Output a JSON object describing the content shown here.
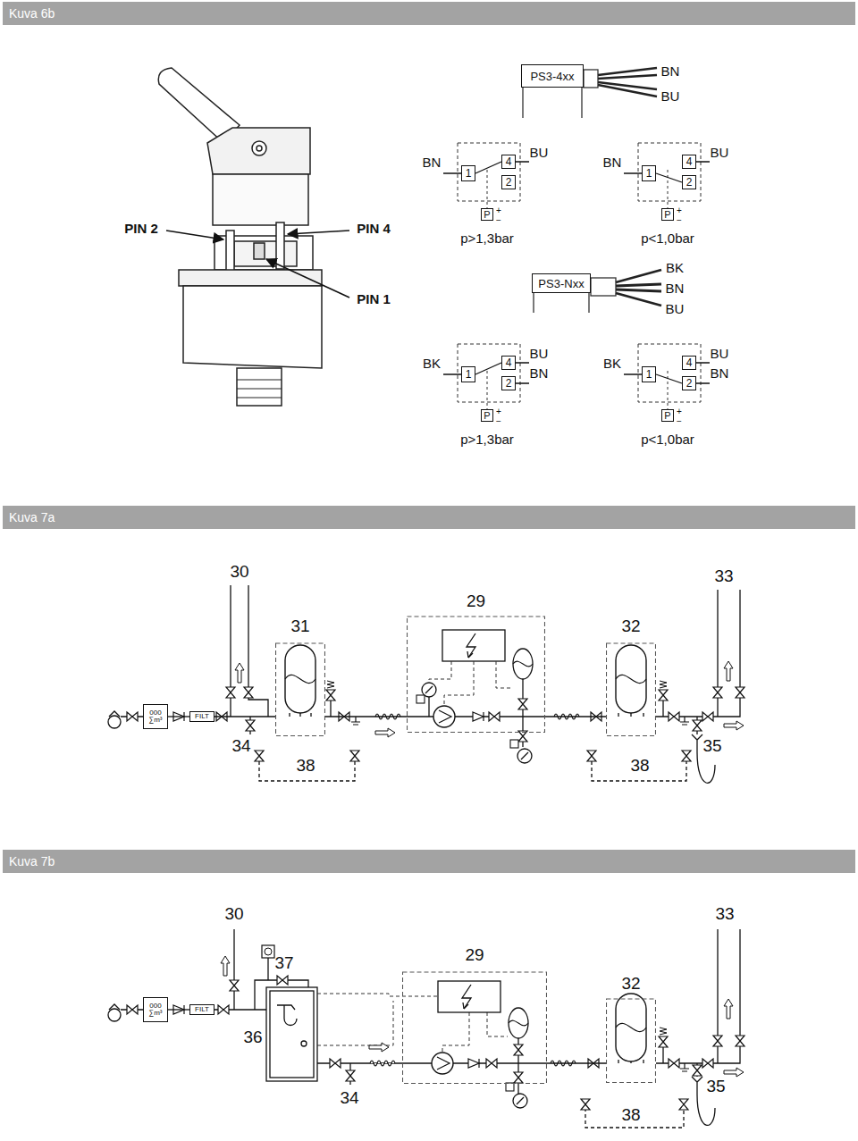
{
  "diagram": {
    "nodes": [
      {
        "text": [
          "Kuva 6b"
        ]
      },
      {
        "text": [
          "PS3-4xx"
        ]
      },
      {
        "text": [
          "1"
        ]
      },
      {
        "text": [
          "4"
        ]
      },
      {
        "text": [
          "2"
        ]
      },
      {
        "text": [
          "P"
        ]
      },
      {
        "text": [
          "1"
        ]
      },
      {
        "text": [
          "4"
        ]
      },
      {
        "text": [
          "2"
        ]
      },
      {
        "text": [
          "P"
        ]
      },
      {
        "text": [
          "PS3-Nxx"
        ]
      },
      {
        "text": [
          "1"
        ]
      },
      {
        "text": [
          "4"
        ]
      },
      {
        "text": [
          "2"
        ]
      },
      {
        "text": [
          "P"
        ]
      },
      {
        "text": [
          "1"
        ]
      },
      {
        "text": [
          "4"
        ]
      },
      {
        "text": [
          "2"
        ]
      },
      {
        "text": [
          "P"
        ]
      },
      {
        "text": [
          "Kuva 7a"
        ]
      },
      {
        "text": [
          "000",
          "∑m³"
        ]
      },
      {
        "text": [
          "FILT"
        ]
      },
      {
        "text": [
          "31"
        ]
      },
      {
        "text": [
          "29"
        ]
      },
      {
        "text": [
          "32"
        ]
      },
      {
        "text": [
          "Kuva 7b"
        ]
      },
      {
        "text": [
          "000",
          "∑m³"
        ]
      },
      {
        "text": [
          "FILT"
        ]
      },
      {
        "text": [
          "29"
        ]
      },
      {
        "text": [
          "32"
        ]
      }
    ],
    "edges": [
      {
        "from": 2,
        "to": 3,
        "arrow": "none"
      },
      {
        "from": 6,
        "to": 8,
        "arrow": "none"
      },
      {
        "from": 11,
        "to": 12,
        "arrow": "none"
      },
      {
        "from": 15,
        "to": 17,
        "arrow": "none"
      },
      {
        "from": 20,
        "to": 21,
        "arrow": "none"
      },
      {
        "from": 21,
        "to": 22,
        "arrow": "none"
      },
      {
        "from": 22,
        "to": 23,
        "arrow": "none"
      },
      {
        "from": 23,
        "to": 24,
        "arrow": "none"
      },
      {
        "from": 26,
        "to": 27,
        "arrow": "none"
      },
      {
        "from": 28,
        "to": 29,
        "arrow": "none"
      }
    ],
    "labels": [
      "PIN 2",
      "PIN 4",
      "PIN 1",
      "BN",
      "BU",
      "BN",
      "BU",
      "+",
      "−",
      "p>1,3bar",
      "BN",
      "BU",
      "+",
      "−",
      "p<1,0bar",
      "BK",
      "BN",
      "BU",
      "BK",
      "BU",
      "BN",
      "+",
      "−",
      "p>1,3bar",
      "BK",
      "BU",
      "BN",
      "+",
      "−",
      "p<1,0bar",
      "30",
      "33",
      "34",
      "38",
      "35",
      "38",
      "30",
      "37",
      "36",
      "33",
      "34",
      "35",
      "38"
    ]
  }
}
